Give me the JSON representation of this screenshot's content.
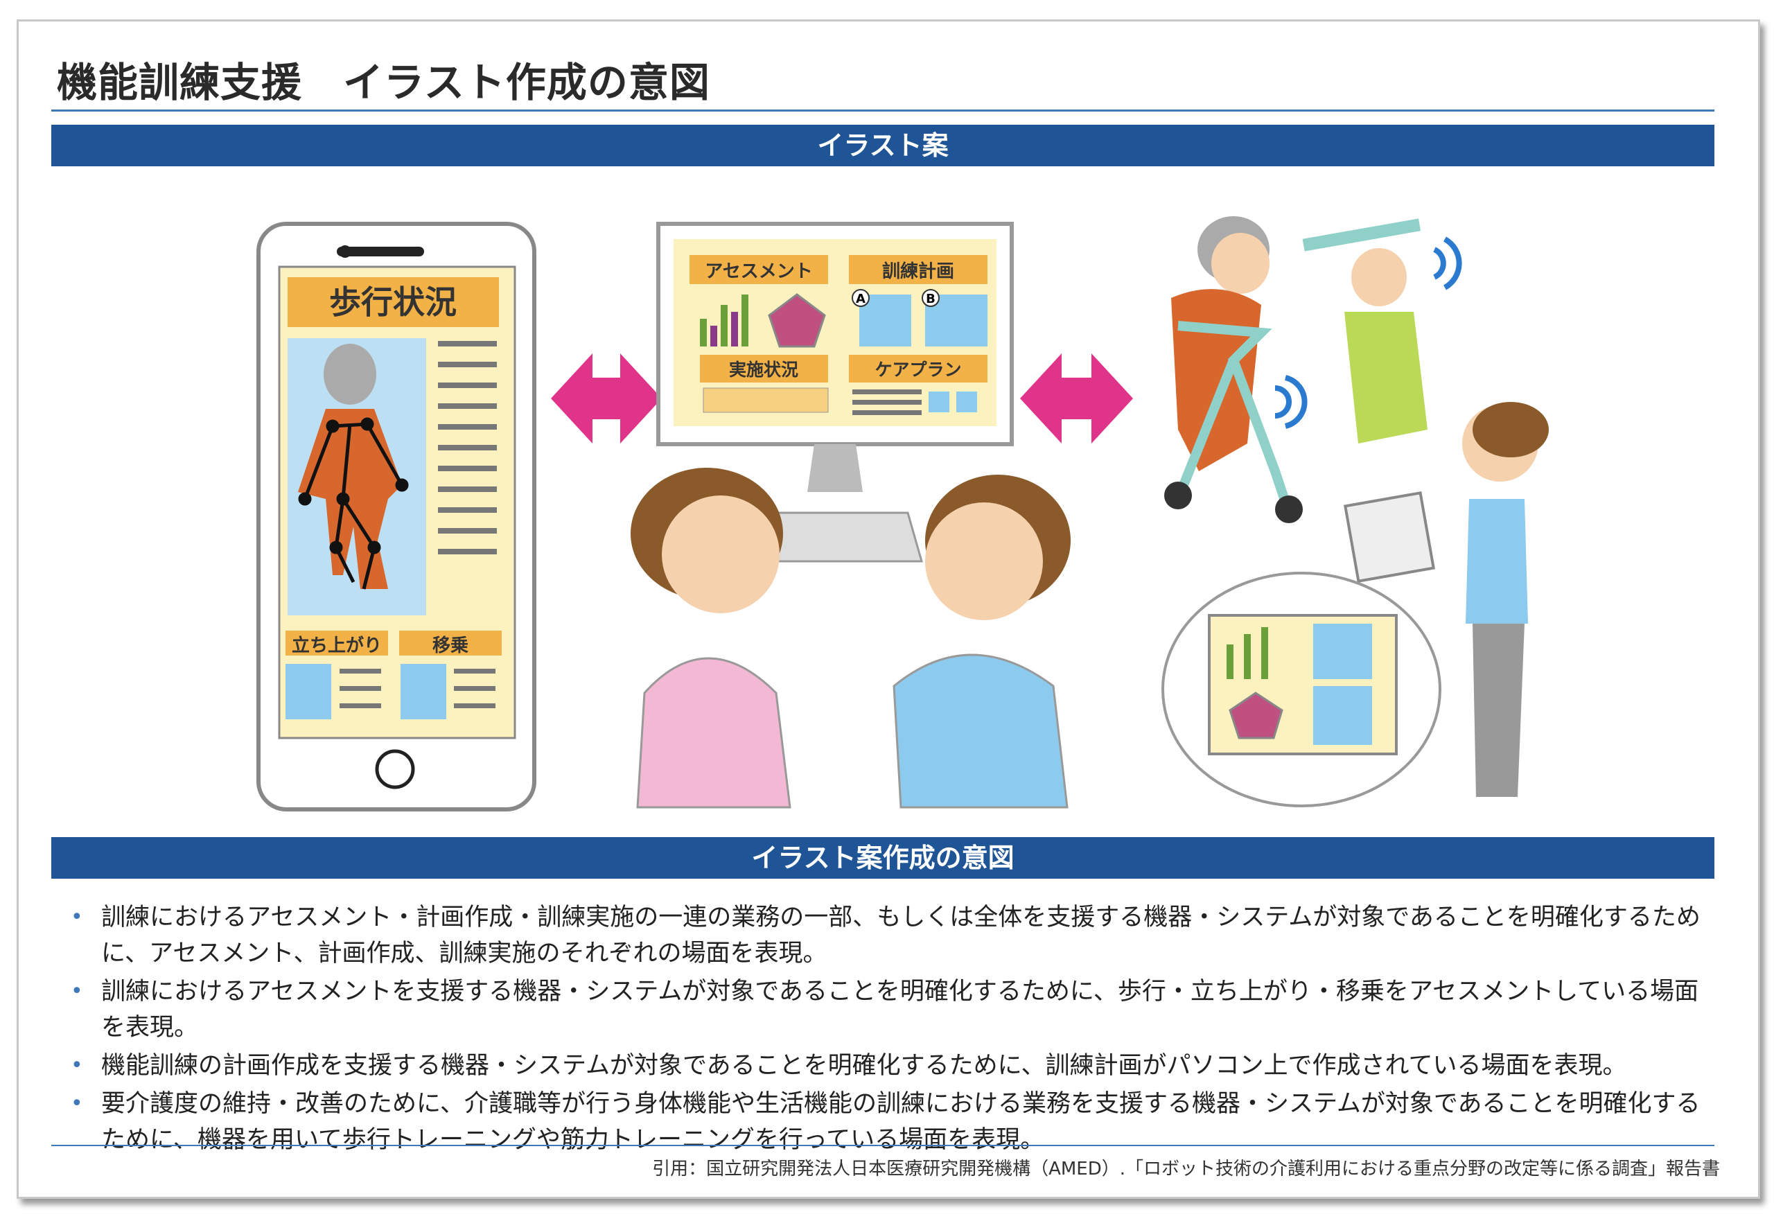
{
  "title": "機能訓練支援　イラスト作成の意図",
  "banner_illustration": "イラスト案",
  "banner_intent": "イラスト案作成の意図",
  "illustration": {
    "phone_header": "歩行状況",
    "phone_tab_1": "立ち上がり",
    "phone_tab_2": "移乗",
    "monitor_assessment": "アセスメント",
    "monitor_plan": "訓練計画",
    "monitor_status": "実施状況",
    "monitor_careplan": "ケアプラン",
    "label_a": "A",
    "label_b": "B"
  },
  "bullets": [
    "訓練におけるアセスメント・計画作成・訓練実施の一連の業務の一部、もしくは全体を支援する機器・システムが対象であることを明確化するために、アセスメント、計画作成、訓練実施のそれぞれの場面を表現。",
    "訓練におけるアセスメントを支援する機器・システムが対象であることを明確化するために、歩行・立ち上がり・移乗をアセスメントしている場面を表現。",
    "機能訓練の計画作成を支援する機器・システムが対象であることを明確化するために、訓練計画がパソコン上で作成されている場面を表現。",
    "要介護度の維持・改善のために、介護職等が行う身体機能や生活機能の訓練における業務を支援する機器・システムが対象であることを明確化するために、機器を用いて歩行トレーニングや筋力トレーニングを行っている場面を表現。"
  ],
  "citation": "引用：国立研究開発法人日本医療研究開発機構（AMED）.「ロボット技術の介護利用における重点分野の改定等に係る調査」報告書",
  "colors": {
    "banner": "#1f5596",
    "accent_line": "#3f78b8",
    "arrow": "#e0338a"
  }
}
